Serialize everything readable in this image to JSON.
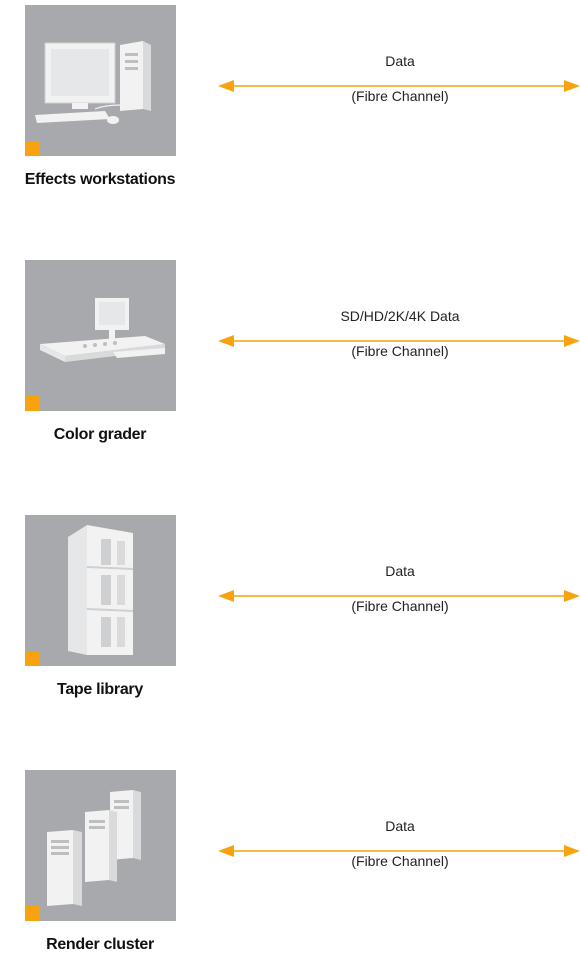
{
  "rows": [
    {
      "caption": "Effects workstations",
      "icon": "workstation-icon",
      "link": {
        "label": "Data",
        "sublabel": "(Fibre Channel)"
      }
    },
    {
      "caption": "Color grader",
      "icon": "color-grader-icon",
      "link": {
        "label": "SD/HD/2K/4K Data",
        "sublabel": "(Fibre Channel)"
      }
    },
    {
      "caption": "Tape library",
      "icon": "tape-library-icon",
      "link": {
        "label": "Data",
        "sublabel": "(Fibre Channel)"
      }
    },
    {
      "caption": "Render cluster",
      "icon": "render-cluster-icon",
      "link": {
        "label": "Data",
        "sublabel": "(Fibre Channel)"
      }
    }
  ],
  "colors": {
    "tile": "#a7a9ac",
    "accent": "#f7a30f",
    "device": "#f2f2f2"
  }
}
